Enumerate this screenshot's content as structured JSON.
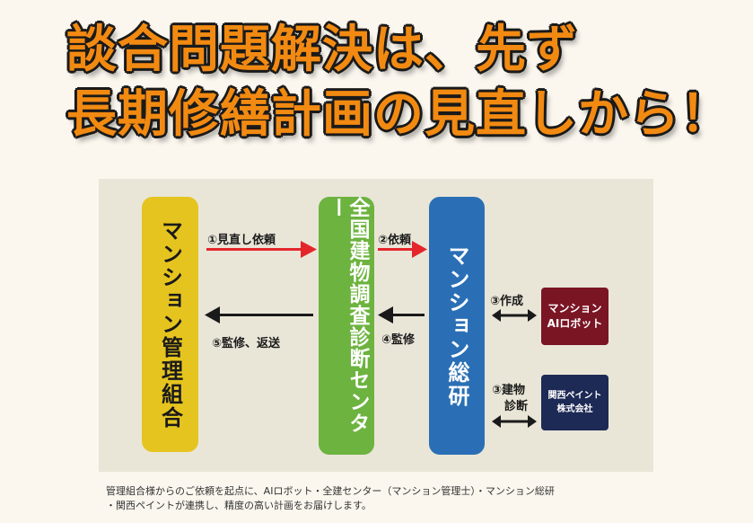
{
  "headline": {
    "line1": "談合問題解決は、先ず",
    "line2": "長期修繕計画の見直しから！"
  },
  "diagram": {
    "kanri_label": "マンション管理組合",
    "zenken_label": "全国建物調査診断センター",
    "sogo_label": "マンション総研",
    "step1": "①見直し依頼",
    "step2": "②依頼",
    "step3a": "③作成",
    "step3b_line1": "③建物",
    "step3b_line2": "診断",
    "step4": "④監修",
    "step5": "⑤監修、返送",
    "ai_box_line1": "マンション",
    "ai_box_line2": "AIロボット",
    "kansai_box_line1": "関西ペイント",
    "kansai_box_line2": "株式会社"
  },
  "caption": {
    "line1": "管理組合様からのご依頼を起点に、AIロボット・全建センター（マンション管理士）・マンション総研",
    "line2": "・関西ペイントが連携し、精度の高い計画をお届けします。"
  },
  "colors": {
    "headline": "#f28a12",
    "kanri": "#e6c41f",
    "zenken": "#6db33f",
    "sogo": "#2a6fb5",
    "ai_box": "#7a1524",
    "kansai_box": "#1d2a55",
    "red_arrow": "#e4262b",
    "black_arrow": "#1a1a1a"
  }
}
